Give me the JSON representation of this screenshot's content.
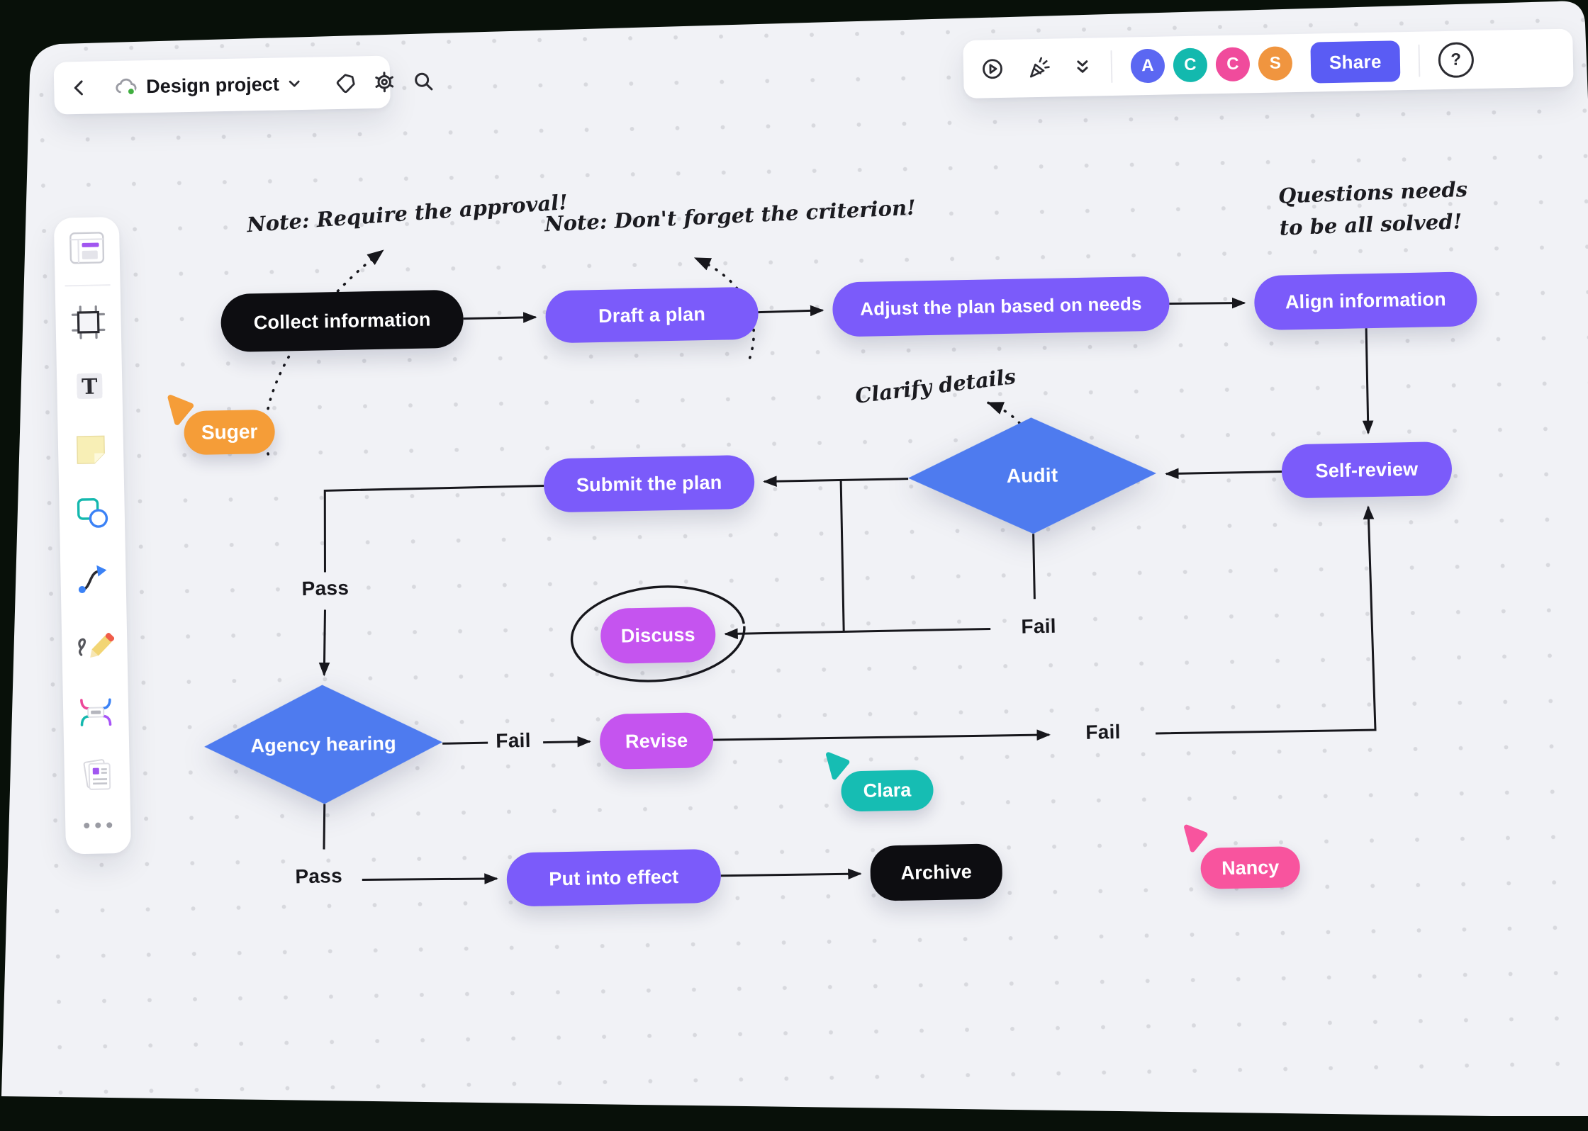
{
  "topbar_left": {
    "back_icon": "chevron-left",
    "project": {
      "name": "Design project",
      "status_dot_color": "#3fae3f"
    },
    "tools": [
      "tag",
      "settings",
      "search"
    ]
  },
  "topbar_right": {
    "icons": [
      "present-play",
      "celebrate",
      "collapse-toolbar"
    ],
    "avatars": [
      {
        "initial": "A",
        "color": "#5b67f2"
      },
      {
        "initial": "C",
        "color": "#13b9ae"
      },
      {
        "initial": "C",
        "color": "#f04b9c"
      },
      {
        "initial": "S",
        "color": "#f0953f"
      }
    ],
    "share_label": "Share",
    "share_color": "#5a5cf4",
    "help_glyph": "?"
  },
  "sidebar": {
    "tools": [
      "templates",
      "frame",
      "text",
      "sticky-note",
      "shapes",
      "connector",
      "pencil",
      "mindmap",
      "document",
      "more"
    ]
  },
  "flowchart": {
    "nodes": {
      "collect": {
        "label": "Collect information",
        "color": "#0d0d11"
      },
      "draft": {
        "label": "Draft a plan",
        "color": "#7b5bfa"
      },
      "adjust": {
        "label": "Adjust the plan based on needs",
        "color": "#7b5bfa"
      },
      "align": {
        "label": "Align information",
        "color": "#7b5bfa"
      },
      "audit": {
        "label": "Audit",
        "color": "#4e7bef"
      },
      "self_review": {
        "label": "Self-review",
        "color": "#7b5bfa"
      },
      "submit": {
        "label": "Submit the plan",
        "color": "#7b5bfa"
      },
      "discuss": {
        "label": "Discuss",
        "color": "#c554ef"
      },
      "agency": {
        "label": "Agency hearing",
        "color": "#4e7bef"
      },
      "revise": {
        "label": "Revise",
        "color": "#c554ef"
      },
      "put": {
        "label": "Put into effect",
        "color": "#7b5bfa"
      },
      "archive": {
        "label": "Archive",
        "color": "#0d0d11"
      }
    },
    "edge_labels": {
      "pass1": "Pass",
      "pass2": "Pass",
      "fail_agency": "Fail",
      "fail_audit": "Fail",
      "fail_revise": "Fail"
    },
    "notes": {
      "note1": "Note: Require the approval!",
      "note2": "Note: Don't forget the criterion!",
      "note3_line1": "Questions needs",
      "note3_line2": "to be all solved!",
      "note4": "Clarify details"
    },
    "cursors": {
      "suger": {
        "name": "Suger",
        "color": "#f59d38"
      },
      "clara": {
        "name": "Clara",
        "color": "#16bdb3"
      },
      "nancy": {
        "name": "Nancy",
        "color": "#f8549e"
      }
    }
  }
}
